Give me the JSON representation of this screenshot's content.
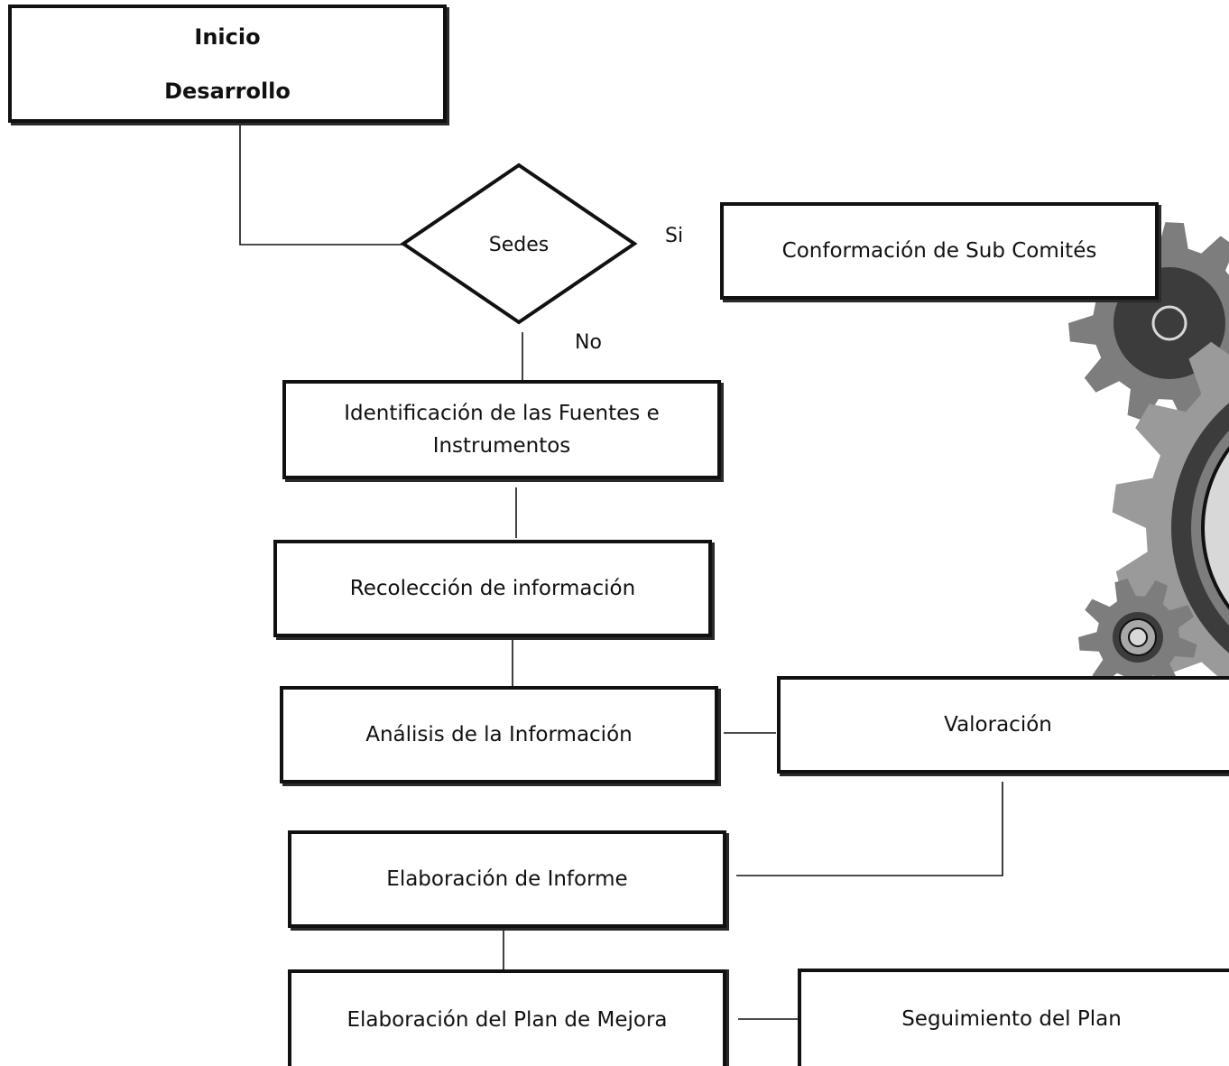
{
  "flow": {
    "start_line1": "Inicio",
    "start_line2": "Desarrollo",
    "decision": "Sedes",
    "yes_label": "Si",
    "no_label": "No",
    "subcommittees": "Conformación de Sub Comités",
    "identification": "Identificación de las Fuentes e Instrumentos",
    "collection": "Recolección de información",
    "analysis": "Análisis de la Información",
    "valuation": "Valoración",
    "report": "Elaboración de Informe",
    "improvement_plan": "Elaboración del Plan de Mejora",
    "plan_followup": "Seguimiento del Plan"
  },
  "decoration": {
    "gears": [
      "gear-icon",
      "gear-icon",
      "gear-icon"
    ],
    "colors": {
      "stroke": "#111111",
      "gear_dark": "#3c3c3c",
      "gear_mid": "#7d7d7d",
      "gear_light": "#9a9a9a",
      "gear_hub": "#d8d8d8"
    }
  }
}
